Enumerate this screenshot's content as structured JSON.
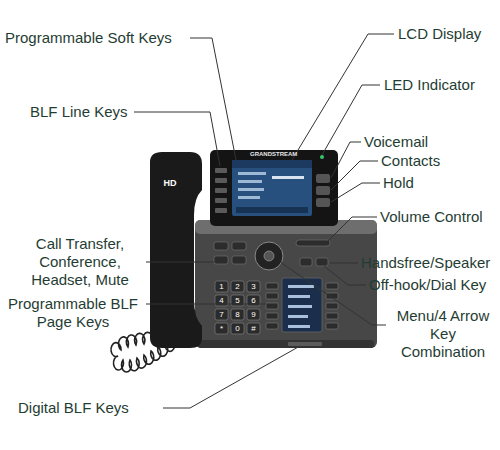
{
  "diagram": {
    "labels": [
      "Programmable Soft Keys",
      "LCD Display",
      "LED Indicator",
      "BLF Line Keys",
      "Voicemail",
      "Contacts",
      "Hold",
      "Volume Control",
      "Call Transfer, Conference, Headset, Mute",
      "Handsfree/Speaker",
      "Off-hook/Dial Key",
      "Programmable BLF Page Keys",
      "Menu/4 Arrow Key Combination",
      "Digital BLF Keys",
      "GRANDSTREAM",
      "HD",
      "1",
      "2",
      "3",
      "4",
      "5",
      "6",
      "7",
      "8",
      "9",
      "*",
      "0",
      "#"
    ]
  }
}
